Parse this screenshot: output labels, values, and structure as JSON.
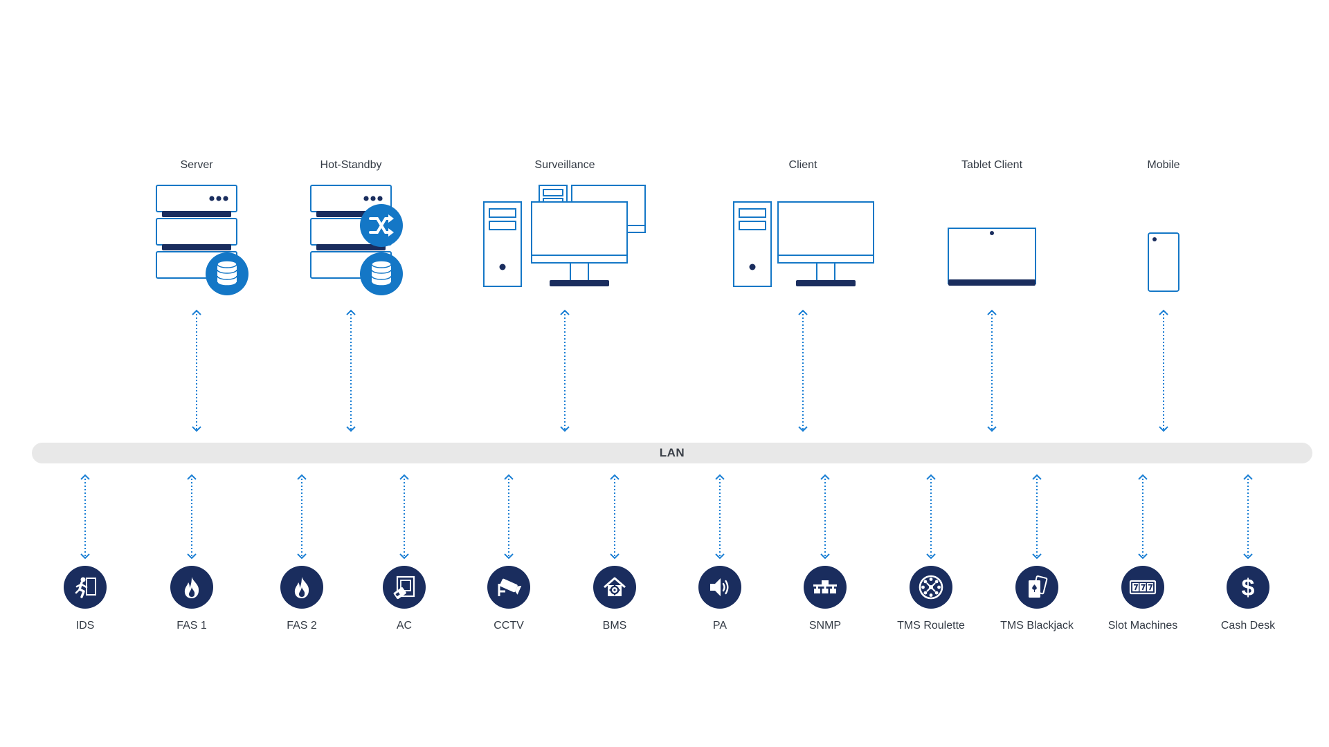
{
  "colors": {
    "outline": "#1477c6",
    "navy": "#1a2d5e",
    "badge": "#1477c6",
    "connector": "#1a7fd4",
    "lan_bar": "#e8e8e8"
  },
  "lan": {
    "label": "LAN"
  },
  "top_nodes": [
    {
      "label": "Server",
      "icon": "server-database-icon"
    },
    {
      "label": "Hot-Standby",
      "icon": "server-failover-icon"
    },
    {
      "label": "Surveillance",
      "icon": "surveillance-workstation-icon"
    },
    {
      "label": "Client",
      "icon": "desktop-client-icon"
    },
    {
      "label": "Tablet Client",
      "icon": "tablet-icon"
    },
    {
      "label": "Mobile",
      "icon": "mobile-phone-icon"
    }
  ],
  "bottom_nodes": [
    {
      "label": "IDS",
      "icon": "intruder-running-icon"
    },
    {
      "label": "FAS 1",
      "icon": "fire-icon"
    },
    {
      "label": "FAS 2",
      "icon": "fire-icon"
    },
    {
      "label": "AC",
      "icon": "access-card-icon"
    },
    {
      "label": "CCTV",
      "icon": "cctv-camera-icon"
    },
    {
      "label": "BMS",
      "icon": "building-gear-icon"
    },
    {
      "label": "PA",
      "icon": "speaker-icon"
    },
    {
      "label": "SNMP",
      "icon": "network-icon"
    },
    {
      "label": "TMS Roulette",
      "icon": "roulette-wheel-icon"
    },
    {
      "label": "TMS Blackjack",
      "icon": "playing-cards-icon"
    },
    {
      "label": "Slot Machines",
      "icon": "slot-machine-icon"
    },
    {
      "label": "Cash Desk",
      "icon": "dollar-icon"
    }
  ]
}
